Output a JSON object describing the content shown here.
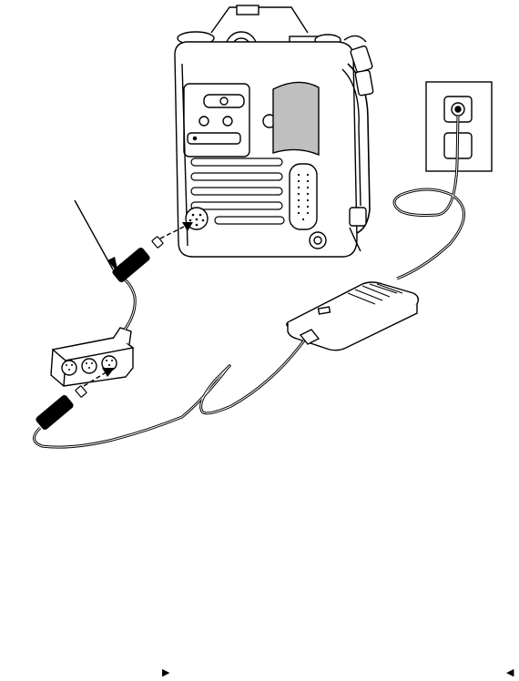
{
  "diagram": {
    "description_free": true,
    "components": [
      "camera-back",
      "wall-outlet",
      "ac-adapter",
      "y-splitter-cable",
      "callout-pointer"
    ]
  },
  "navigation": {
    "next_glyph": "▶",
    "prev_glyph": "◀"
  },
  "colors": {
    "line": "#000000",
    "background": "#ffffff",
    "shade": "#bfbfbf"
  }
}
